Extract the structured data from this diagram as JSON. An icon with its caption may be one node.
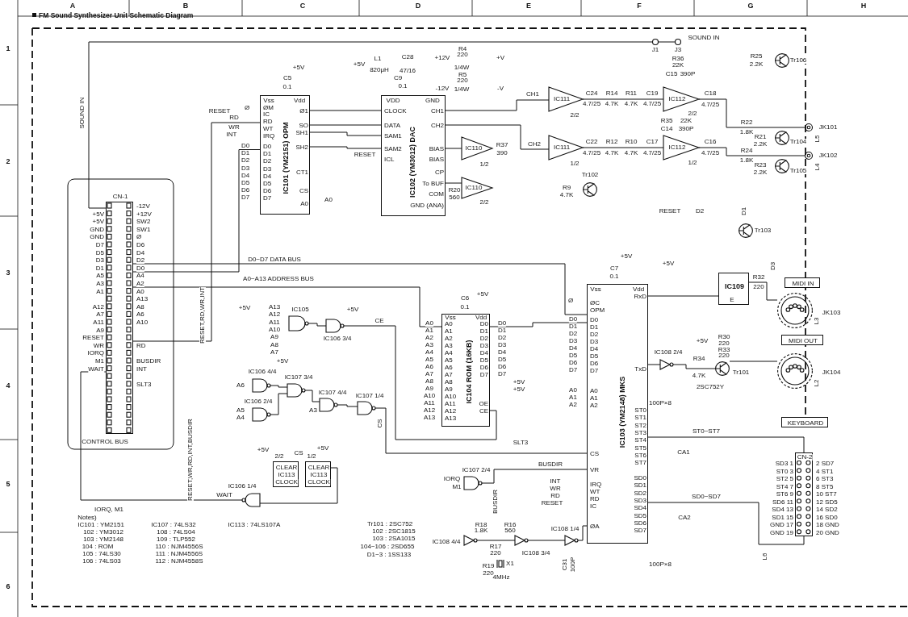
{
  "diagram": {
    "title": "FM Sound Synthesizer Unit Schematic Diagram",
    "nodes": [
      {
        "text": [
          "CN-1",
          "+5V",
          "+5V",
          "GND",
          "GND",
          "D7",
          "D5",
          "D3",
          "D1",
          "A5",
          "A3",
          "A1",
          "A12",
          "A7",
          "A11",
          "A9",
          "RESET",
          "WR",
          "IORQ",
          "M1",
          "WAIT",
          "-12V",
          "+12V",
          "SW2",
          "SW1",
          "Ø",
          "D6",
          "D4",
          "D2",
          "D0",
          "A4",
          "A2",
          "A0",
          "A13",
          "A8",
          "A6",
          "A10",
          "RD",
          "BUSDIR",
          "INT",
          "SLT3"
        ]
      },
      {
        "text": [
          "IC101 (YM2151) OPM",
          "Vss",
          "Vdd",
          "ØM",
          "IC",
          "RD",
          "WT",
          "IRQ",
          "D0",
          "D1",
          "D2",
          "D3",
          "D4",
          "D5",
          "D6",
          "D7",
          "Ø1",
          "SO",
          "SH1",
          "SH2",
          "CT1",
          "CS",
          "A0"
        ]
      },
      {
        "text": [
          "IC102 (YM3012) DAC",
          "VDD",
          "GND",
          "CLOCK",
          "DATA",
          "SAM1",
          "SAM2",
          "ICL",
          "CH1",
          "CH2",
          "BIAS",
          "BIAS",
          "CP",
          "To BUF",
          "COM",
          "GND (ANA)"
        ]
      },
      {
        "text": [
          "IC110",
          "1/2"
        ]
      },
      {
        "text": [
          "IC110",
          "2/2"
        ]
      },
      {
        "text": [
          "IC111",
          "2/2"
        ]
      },
      {
        "text": [
          "IC111",
          "1/2"
        ]
      },
      {
        "text": [
          "IC112",
          "2/2"
        ]
      },
      {
        "text": [
          "IC112",
          "1/2"
        ]
      },
      {
        "text": [
          "Tr102"
        ]
      },
      {
        "text": [
          "Tr106"
        ]
      },
      {
        "text": [
          "Tr104"
        ]
      },
      {
        "text": [
          "Tr105"
        ]
      },
      {
        "text": [
          "Tr103"
        ]
      },
      {
        "text": [
          "JK101"
        ]
      },
      {
        "text": [
          "JK102"
        ]
      },
      {
        "text": [
          "J1"
        ]
      },
      {
        "text": [
          "J3"
        ]
      },
      {
        "text": [
          "IC105"
        ]
      },
      {
        "text": [
          "IC106 3/4"
        ]
      },
      {
        "text": [
          "IC106 4/4"
        ]
      },
      {
        "text": [
          "IC106 2/4"
        ]
      },
      {
        "text": [
          "IC107 3/4"
        ]
      },
      {
        "text": [
          "IC107 4/4"
        ]
      },
      {
        "text": [
          "IC107 1/4"
        ]
      },
      {
        "text": [
          "CLEAR",
          "IC113",
          "CLOCK"
        ]
      },
      {
        "text": [
          "CLEAR",
          "IC113",
          "CLOCK"
        ]
      },
      {
        "text": [
          "IC106 1/4"
        ]
      },
      {
        "text": [
          "IC104 ROM (16KB)",
          "Vss",
          "Vdd",
          "A0",
          "A1",
          "A2",
          "A3",
          "A4",
          "A5",
          "A6",
          "A7",
          "A8",
          "A9",
          "A10",
          "A11",
          "A12",
          "A13",
          "D0",
          "D1",
          "D2",
          "D3",
          "D4",
          "D5",
          "D6",
          "D7",
          "OE",
          "CE"
        ]
      },
      {
        "text": [
          "IC103 (YM2148) MKS",
          "Vss",
          "Vdd",
          "ØC",
          "OPM",
          "D0",
          "D1",
          "D2",
          "D3",
          "D4",
          "D5",
          "D6",
          "D7",
          "A0",
          "A1",
          "A2",
          "CS",
          "VR",
          "IRQ",
          "WT",
          "RD",
          "IC",
          "ØA",
          "RxD",
          "TxD",
          "ST0",
          "ST1",
          "ST2",
          "ST3",
          "ST4",
          "ST5",
          "ST6",
          "ST7",
          "SD0",
          "SD1",
          "SD2",
          "SD3",
          "SD4",
          "SD5",
          "SD6",
          "SD7"
        ]
      },
      {
        "text": [
          "IC109",
          "E"
        ]
      },
      {
        "text": [
          "JK103"
        ]
      },
      {
        "text": [
          "JK104"
        ]
      },
      {
        "text": [
          "MIDI IN"
        ]
      },
      {
        "text": [
          "MIDI OUT"
        ]
      },
      {
        "text": [
          "KEYBOARD"
        ]
      },
      {
        "text": [
          "CN-2",
          "SD3 1",
          "ST0 3",
          "ST2 5",
          "ST4 7",
          "ST6 9",
          "SD6 11",
          "SD4 13",
          "SD1 15",
          "GND 17",
          "GND 19",
          "2 SD7",
          "4 ST1",
          "6 ST3",
          "8 ST5",
          "10 ST7",
          "12 SD5",
          "14 SD2",
          "16 SD0",
          "18 GND",
          "20 GND"
        ]
      },
      {
        "text": [
          "IC108 2/4"
        ]
      },
      {
        "text": [
          "Tr101"
        ]
      },
      {
        "text": [
          "IC107 2/4"
        ]
      },
      {
        "text": [
          "IC108 4/4"
        ]
      },
      {
        "text": [
          "IC108 3/4"
        ]
      },
      {
        "text": [
          "IC108 1/4"
        ]
      },
      {
        "text": [
          "X1"
        ]
      }
    ],
    "edges": [
      {
        "from": 1,
        "to": 2,
        "arrow": "none"
      },
      {
        "from": 1,
        "to": 2,
        "arrow": "none"
      },
      {
        "from": 1,
        "to": 2,
        "arrow": "none"
      },
      {
        "from": 1,
        "to": 2,
        "arrow": "none"
      },
      {
        "from": 2,
        "to": 3,
        "arrow": "none"
      },
      {
        "from": 2,
        "to": 4,
        "arrow": "none"
      },
      {
        "from": 2,
        "to": 5,
        "arrow": "none"
      },
      {
        "from": 2,
        "to": 6,
        "arrow": "none"
      },
      {
        "from": 5,
        "to": 7,
        "arrow": "none"
      },
      {
        "from": 6,
        "to": 8,
        "arrow": "none"
      },
      {
        "from": 7,
        "to": 14,
        "arrow": "none"
      },
      {
        "from": 8,
        "to": 15,
        "arrow": "none"
      },
      {
        "from": 16,
        "to": 17,
        "arrow": "none"
      },
      {
        "from": 16,
        "to": 0,
        "arrow": "none"
      },
      {
        "from": 0,
        "to": 1,
        "arrow": "none"
      },
      {
        "from": 0,
        "to": 1,
        "arrow": "none"
      },
      {
        "from": 0,
        "to": 28,
        "arrow": "none"
      },
      {
        "from": 0,
        "to": 29,
        "arrow": "none"
      },
      {
        "from": 28,
        "to": 29,
        "arrow": "none"
      },
      {
        "from": 18,
        "to": 19,
        "arrow": "none"
      },
      {
        "from": 20,
        "to": 22,
        "arrow": "none"
      },
      {
        "from": 21,
        "to": 22,
        "arrow": "none"
      },
      {
        "from": 22,
        "to": 23,
        "arrow": "none"
      },
      {
        "from": 23,
        "to": 24,
        "arrow": "none"
      },
      {
        "from": 24,
        "to": 29,
        "arrow": "none"
      },
      {
        "from": 19,
        "to": 28,
        "arrow": "none"
      },
      {
        "from": 27,
        "to": 0,
        "arrow": "none"
      },
      {
        "from": 26,
        "to": 27,
        "arrow": "none"
      },
      {
        "from": 39,
        "to": 29,
        "arrow": "none"
      },
      {
        "from": 37,
        "to": 38,
        "arrow": "none"
      },
      {
        "from": 29,
        "to": 37,
        "arrow": "none"
      },
      {
        "from": 38,
        "to": 32,
        "arrow": "none"
      },
      {
        "from": 29,
        "to": 30,
        "arrow": "none"
      },
      {
        "from": 30,
        "to": 31,
        "arrow": "none"
      },
      {
        "from": 29,
        "to": 36,
        "arrow": "none"
      },
      {
        "from": 29,
        "to": 36,
        "arrow": "none"
      },
      {
        "from": 40,
        "to": 41,
        "arrow": "none"
      },
      {
        "from": 41,
        "to": 42,
        "arrow": "none"
      },
      {
        "from": 42,
        "to": 29,
        "arrow": "none"
      }
    ],
    "labels": [
      "A",
      "B",
      "C",
      "D",
      "E",
      "F",
      "G",
      "H",
      "1",
      "2",
      "3",
      "4",
      "5",
      "6",
      "SOUND IN",
      "+5V",
      "C5",
      "0.1",
      "RESET",
      "RD",
      "WR",
      "INT",
      "D0",
      "D1",
      "D2",
      "D3",
      "D4",
      "D5",
      "D6",
      "D7",
      "A0",
      "D0~D7 DATA BUS",
      "A0~A13 ADDRESS BUS",
      "L1",
      "820μH",
      "C28",
      "47/16",
      "C9",
      "0.1",
      "+5V",
      "R4",
      "220",
      "1/4W",
      "+12V",
      "+V",
      "R5",
      "220",
      "-12V",
      "1/4W",
      "-V",
      "CH1",
      "CH2",
      "C24",
      "4.7/25",
      "R14",
      "4.7K",
      "R11",
      "4.7K",
      "C19",
      "4.7/25",
      "R36",
      "22K",
      "C15",
      "390P",
      "C18",
      "4.7/25",
      "C22",
      "4.7/25",
      "R12",
      "4.7K",
      "R10",
      "4.7K",
      "C17",
      "4.7/25",
      "R35",
      "22K",
      "C14",
      "390P",
      "C16",
      "4.7/25",
      "R37",
      "390",
      "R20",
      "560",
      "R9",
      "4.7K",
      "R22",
      "1.8K",
      "R24",
      "1.8K",
      "R25",
      "2.2K",
      "R21",
      "2.2K",
      "R23",
      "2.2K",
      "L5",
      "L4",
      "RESET",
      "D2",
      "SOUND IN",
      "RESET",
      "CONTROL BUS",
      "RESET,RD,WR,INT",
      "RESET,WR,RD,INT,BUSDIR",
      "+5V",
      "A13",
      "A12",
      "A11",
      "A10",
      "A9",
      "A8",
      "A7",
      "+5V",
      "CE",
      "A6",
      "A5",
      "A4",
      "A3",
      "CS",
      "+5V",
      "CS",
      "+5V",
      "+5V",
      "WAIT",
      "IORQ, M1",
      "A0",
      "A1",
      "A2",
      "A3",
      "A4",
      "A5",
      "A6",
      "A7",
      "A8",
      "A9",
      "A10",
      "A11",
      "A12",
      "A13",
      "D0",
      "D1",
      "D2",
      "D3",
      "D4",
      "D5",
      "D6",
      "D7",
      "+5V",
      "+5V",
      "SLT3",
      "C6",
      "0.1",
      "+5V",
      "D0",
      "D1",
      "D2",
      "D3",
      "D4",
      "D5",
      "D6",
      "D7",
      "A0",
      "A1",
      "A2",
      "C7",
      "0.1",
      "+5V",
      "BUSDIR",
      "INT",
      "WR",
      "RD",
      "RESET",
      "IORQ",
      "M1",
      "BUSDIR",
      "100P×8",
      "CA1",
      "ST0~ST7",
      "SD0~SD7",
      "CA2",
      "100P×8",
      "+5V",
      "R32",
      "220",
      "D3",
      "+5V",
      "R30",
      "220",
      "R33",
      "220",
      "R34",
      "4.7K",
      "2SC752Y",
      "L3",
      "L2",
      "L6",
      "Notes)",
      "IC101 : YM2151",
      "102 : YM3012",
      "103 : YM2148",
      "104 : ROM",
      "105 : 74LS30",
      "106 : 74LS03",
      "IC107 : 74LS32",
      "108 : 74LS04",
      "109 : TLP552",
      "110 : NJM4556S",
      "111 : NJM4556S",
      "112 : NJM4558S",
      "IC113 : 74LS107A",
      "Tr101 : 2SC752",
      "102 : 2SC1815",
      "103 : 2SA1015",
      "104~106 : 2SD655",
      "D1~3 : 1SS133",
      "R18",
      "1.8K",
      "R17",
      "220",
      "R16",
      "560",
      "R19",
      "220",
      "4MHz",
      "C31",
      "100P",
      "Ø",
      "Ø",
      "2/2",
      "1/2",
      "D1"
    ]
  }
}
